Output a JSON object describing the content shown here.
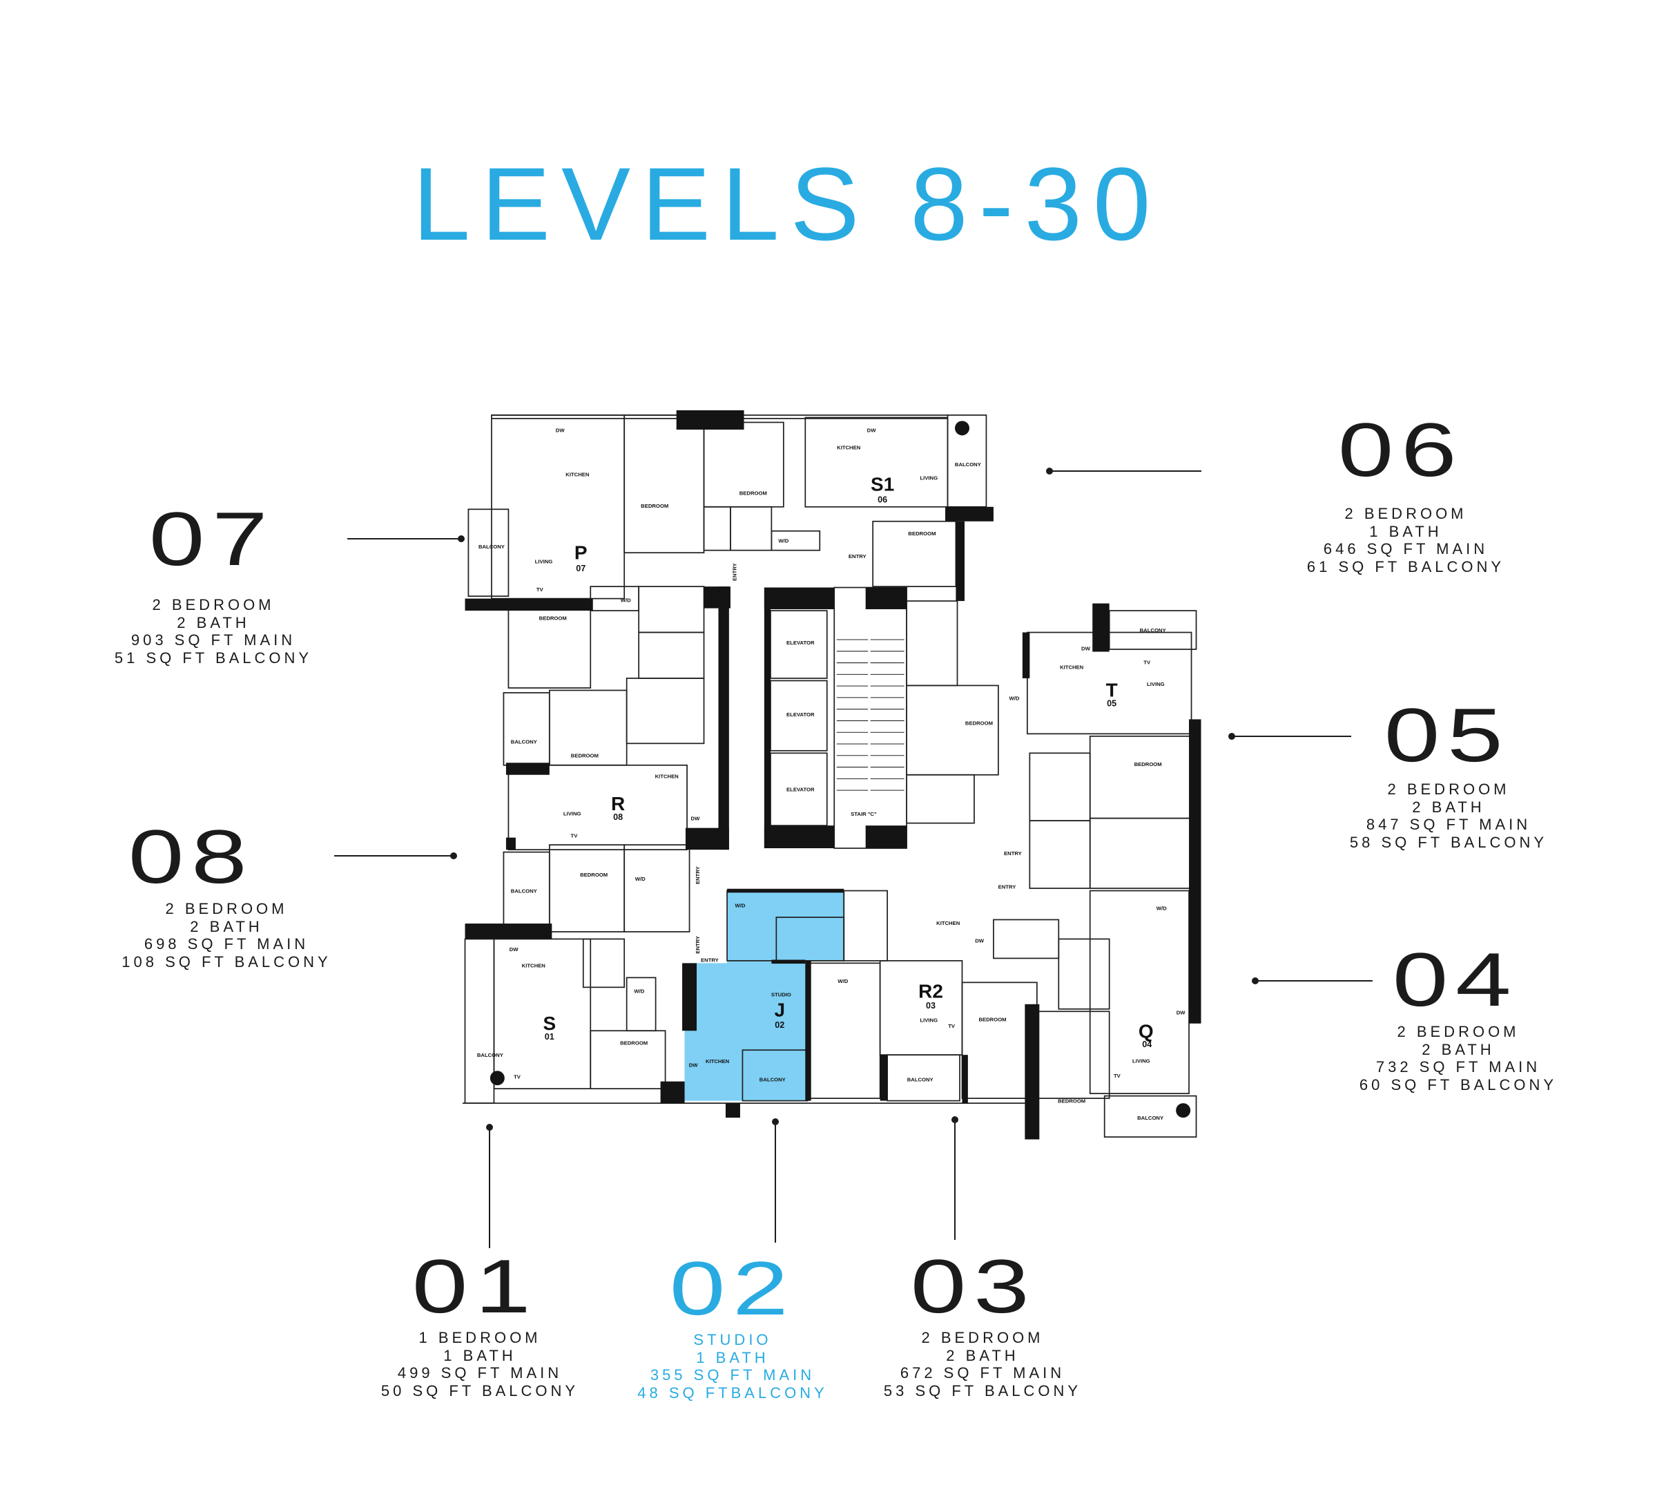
{
  "title": "LEVELS 8-30",
  "colors": {
    "accent": "#29abe2",
    "highlight": "#7fd0f4",
    "ink": "#1b1b1b"
  },
  "units": {
    "u01": {
      "number": "01",
      "lines": [
        "1 BEDROOM",
        "1 BATH",
        "499 SQ FT MAIN",
        "50 SQ FT BALCONY"
      ],
      "code": "S",
      "code_num": "01"
    },
    "u02": {
      "number": "02",
      "lines": [
        "STUDIO",
        "1 BATH",
        "355 SQ FT MAIN",
        "48 SQ FTBALCONY"
      ],
      "code": "J",
      "code_num": "02",
      "selected": true
    },
    "u03": {
      "number": "03",
      "lines": [
        "2 BEDROOM",
        "2 BATH",
        "672 SQ FT MAIN",
        "53 SQ FT BALCONY"
      ],
      "code": "R2",
      "code_num": "03"
    },
    "u04": {
      "number": "04",
      "lines": [
        "2 BEDROOM",
        "2 BATH",
        "732 SQ FT MAIN",
        "60 SQ FT BALCONY"
      ],
      "code": "Q",
      "code_num": "04"
    },
    "u05": {
      "number": "05",
      "lines": [
        "2 BEDROOM",
        "2 BATH",
        "847 SQ FT MAIN",
        "58 SQ FT BALCONY"
      ],
      "code": "T",
      "code_num": "05"
    },
    "u06": {
      "number": "06",
      "lines": [
        "2 BEDROOM",
        "1 BATH",
        "646 SQ FT MAIN",
        "61 SQ FT BALCONY"
      ],
      "code": "S1",
      "code_num": "06"
    },
    "u07": {
      "number": "07",
      "lines": [
        "2 BEDROOM",
        "2 BATH",
        "903 SQ FT MAIN",
        "51 SQ FT BALCONY"
      ],
      "code": "P",
      "code_num": "07"
    },
    "u08": {
      "number": "08",
      "lines": [
        "2 BEDROOM",
        "2 BATH",
        "698 SQ FT MAIN",
        "108 SQ FT BALCONY"
      ],
      "code": "R",
      "code_num": "08"
    }
  },
  "rooms": {
    "kitchen": "KITCHEN",
    "bedroom": "BEDROOM",
    "living": "LIVING",
    "balcony": "BALCONY",
    "entry": "ENTRY",
    "wd": "W/D",
    "dw": "DW",
    "tv": "TV",
    "elevator": "ELEVATOR",
    "studio": "STUDIO",
    "stair": "STAIR \"C\""
  }
}
